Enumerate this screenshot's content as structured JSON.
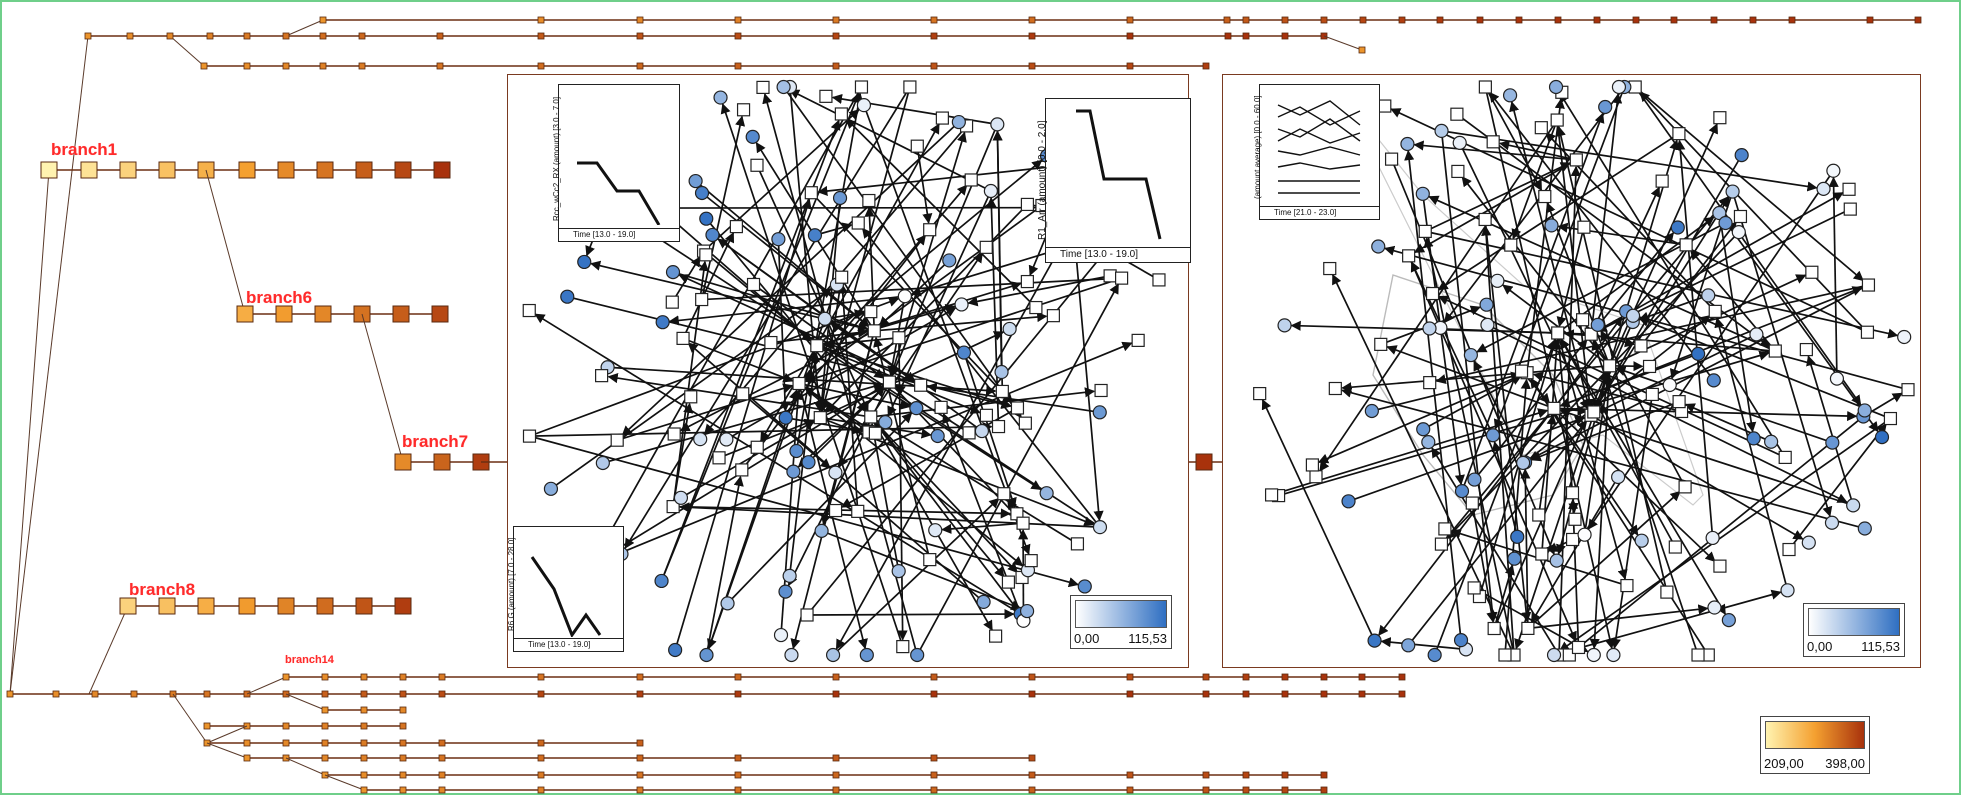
{
  "branches": {
    "b1": "branch1",
    "b6": "branch6",
    "b7": "branch7",
    "b8": "branch8",
    "b14": "branch14"
  },
  "insets": {
    "left_top": {
      "ylabel": "Rcc_wCc2_RX (amount) [3.0 - 7.0]",
      "xlabel": "Time [13.0 - 19.0]"
    },
    "left_right": {
      "ylabel": "R1_Arr (amount) [0.0 - 2.0]",
      "xlabel": "Time [13.0 - 19.0]"
    },
    "left_bottom": {
      "ylabel": "R6 G (amount) [7.0 - 28.0]",
      "xlabel": "Time [13.0 - 19.0]"
    },
    "right_top": {
      "ylabel": "(amount average) [0.0 - 60.0]",
      "xlabel": "Time [21.0 - 23.0]"
    }
  },
  "legends": {
    "network_left": {
      "min": "0,00",
      "max": "115,53"
    },
    "network_right": {
      "min": "0,00",
      "max": "115,53"
    },
    "tree": {
      "min": "209,00",
      "max": "398,00"
    }
  },
  "colors": {
    "edge": "#6b2f12",
    "tree_low": "#fff3b0",
    "tree_high": "#a8320c",
    "node_low": "#ffffff",
    "node_high": "#2f6fc2",
    "label": "#ff2a2a"
  }
}
